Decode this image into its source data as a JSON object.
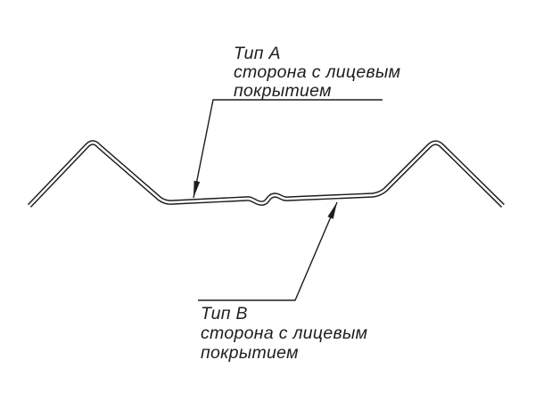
{
  "diagram": {
    "top_label": {
      "line1": "Тип А",
      "line2": "сторона с лицевым",
      "line3": "покрытием"
    },
    "bottom_label": {
      "line1": "Тип В",
      "line2": "сторона с лицевым",
      "line3": "покрытием"
    }
  },
  "colors": {
    "line": "#1d1d1d",
    "background": "#ffffff"
  }
}
